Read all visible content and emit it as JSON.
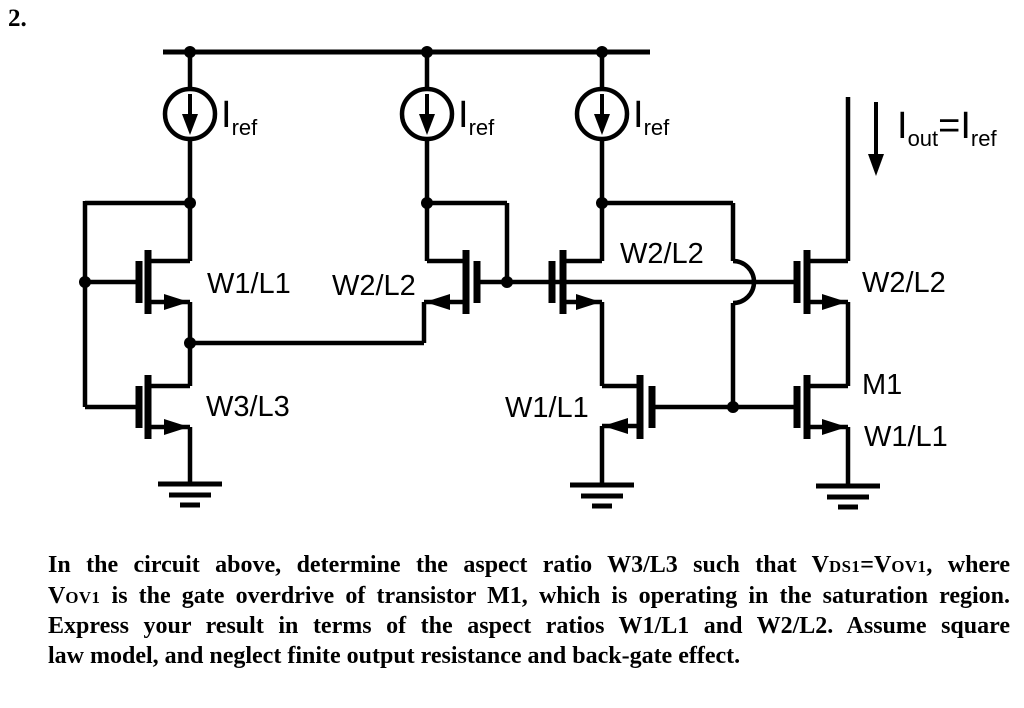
{
  "problem_number": "2.",
  "colors": {
    "ink": "#000000",
    "background": "#ffffff"
  },
  "schematic": {
    "iref": {
      "main": "I",
      "sub": "ref"
    },
    "iout": {
      "i1": "I",
      "sub1": "out",
      "eq": "=I",
      "sub2": "ref"
    },
    "transistors": {
      "left_top": "W1/L1",
      "left_bottom": "W3/L3",
      "mid_left": "W2/L2",
      "mid_center": "W2/L2",
      "mid_bottom": "W1/L1",
      "right_top": "W2/L2",
      "right_name": "M1",
      "right_bottom": "W1/L1"
    }
  },
  "question": {
    "l1a": "In the circuit above, determine the aspect ratio W3/L3 such that V",
    "l1sub1": "DS1",
    "l1b": "=V",
    "l1sub2": "OV1",
    "l1c": ", where",
    "l2a": "V",
    "l2sub1": "OV1",
    "l2b": " is the gate overdrive of transistor M1, which is operating in the saturation region.",
    "l3": "Express your result in terms of the aspect ratios W1/L1 and W2/L2. Assume square",
    "l4": "law model, and neglect finite output resistance and back-gate effect."
  }
}
